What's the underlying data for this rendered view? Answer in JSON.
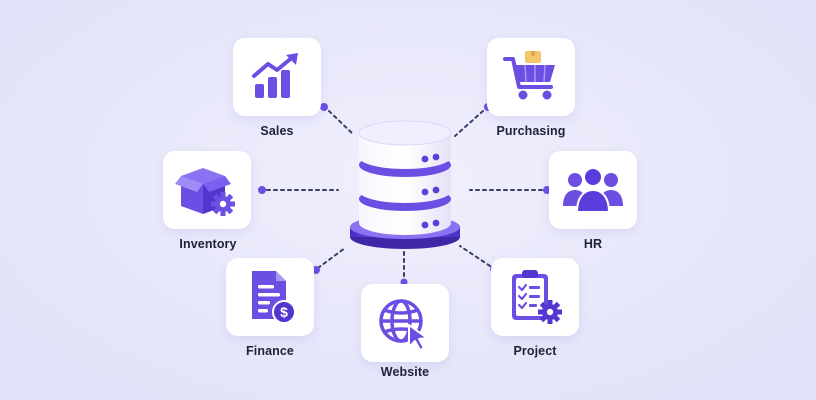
{
  "modules": {
    "sales": "Sales",
    "purchasing": "Purchasing",
    "inventory": "Inventory",
    "hr": "HR",
    "finance": "Finance",
    "website": "Website",
    "project": "Project"
  },
  "colors": {
    "accent": "#6c4ee3",
    "accent_dark": "#4a2fc4",
    "accent_light": "#a897f5",
    "background": "#e8e8fb",
    "box_tan": "#f4c56a"
  },
  "icons": {
    "center": "database-icon",
    "sales": "growth-chart-icon",
    "purchasing": "shopping-cart-icon",
    "inventory": "box-gear-icon",
    "hr": "team-icon",
    "finance": "invoice-dollar-icon",
    "website": "globe-cursor-icon",
    "project": "clipboard-gear-icon"
  }
}
